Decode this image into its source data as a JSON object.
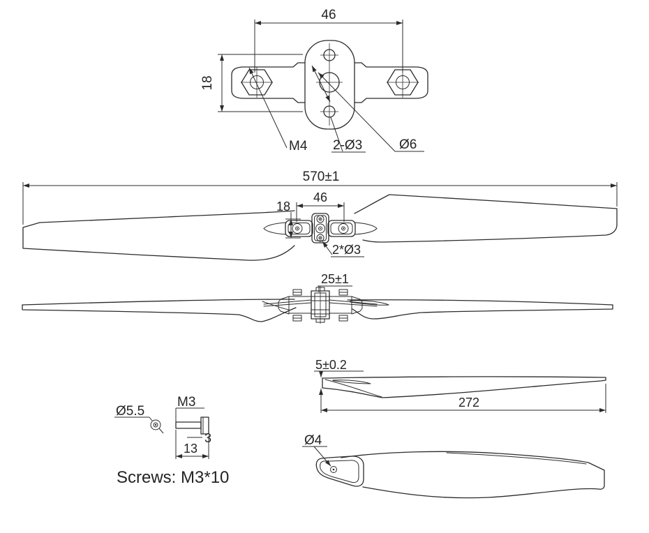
{
  "drawing": {
    "background": "#ffffff",
    "line_color": "#2b2b2b",
    "views": {
      "hub_top_view": {
        "dim_width": "46",
        "dim_height": "18",
        "label_nut_thread": "M4",
        "label_small_holes": "2-Ø3",
        "label_center_hole": "Ø6"
      },
      "propeller_front_view": {
        "dim_overall_length": "570±1",
        "dim_hole_spacing_vertical": "18",
        "dim_screw_spacing": "46",
        "label_holes": "2*Ø3"
      },
      "propeller_side_view": {
        "dim_hub_width": "25±1"
      },
      "blade_side_view": {
        "dim_root_thickness": "5±0.2",
        "dim_blade_length": "272"
      },
      "screw_detail": {
        "label_head_diameter": "Ø5.5",
        "label_thread": "M3",
        "dim_head_height": "3",
        "dim_total_length": "13",
        "note": "Screws: M3*10"
      },
      "blade_top_view": {
        "label_root_hole": "Ø4"
      }
    }
  }
}
